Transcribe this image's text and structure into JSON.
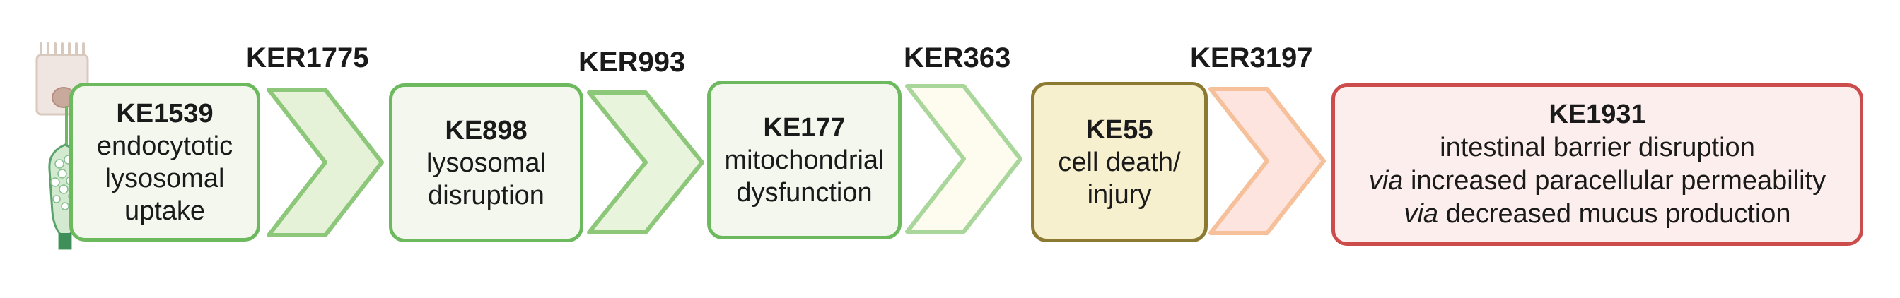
{
  "key_events": [
    {
      "id": "KE1539",
      "lines": [
        "endocytotic",
        "lysosomal",
        "uptake"
      ]
    },
    {
      "id": "KE898",
      "lines": [
        "lysosomal",
        "disruption"
      ]
    },
    {
      "id": "KE177",
      "lines": [
        "mitochondrial",
        "dysfunction"
      ]
    },
    {
      "id": "KE55",
      "lines": [
        "cell death/",
        "injury"
      ]
    },
    {
      "id": "KE1931",
      "line1": "intestinal barrier disruption",
      "via_word": "via",
      "line2_rest": "increased paracellular permeability",
      "line3_rest": "decreased mucus production"
    }
  ],
  "relationships": [
    {
      "label": "KER1775"
    },
    {
      "label": "KER993"
    },
    {
      "label": "KER363"
    },
    {
      "label": "KER3197"
    }
  ],
  "colors": {
    "green_border": "#6dba5e",
    "green_fill": "#f3f7ee",
    "olive_border": "#8c7a32",
    "olive_fill": "#f7f0cf",
    "red_border": "#cc4b4b",
    "red_fill": "#fdeeee",
    "arrow1_fill": "#e6f2d8",
    "arrow2_fill": "#e9f4dc",
    "arrow3_fill": "#fdfcee",
    "arrow4_fill": "#fde4df",
    "arrow4_border": "#f6c09a"
  },
  "icons": [
    "intestinal-cell-icon",
    "goblet-cell-icon"
  ]
}
